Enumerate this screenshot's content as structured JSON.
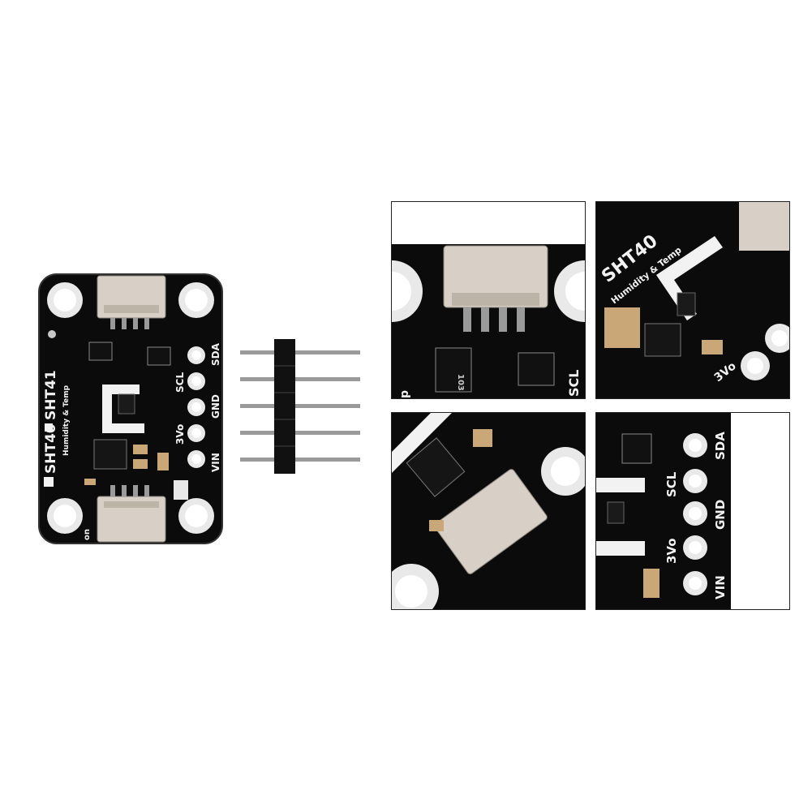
{
  "board": {
    "title_left": "SHT40",
    "title_right": "SHT41",
    "subtitle": "Humidity & Temp",
    "pins": [
      "SDA",
      "SCL",
      "GND",
      "3Vo",
      "VIN"
    ],
    "corner_label": "on"
  },
  "detail": {
    "ic_marking": "103",
    "corner_label": "p"
  },
  "colors": {
    "pcb": "#0b0b0b",
    "silkscreen": "#f2f2f2",
    "connector": "#d8d0c6",
    "pin_metal": "#9a9a9a"
  },
  "icons": [
    "mounting-hole-icon",
    "pin-pad-icon",
    "connector-icon",
    "header-pin-icon"
  ]
}
